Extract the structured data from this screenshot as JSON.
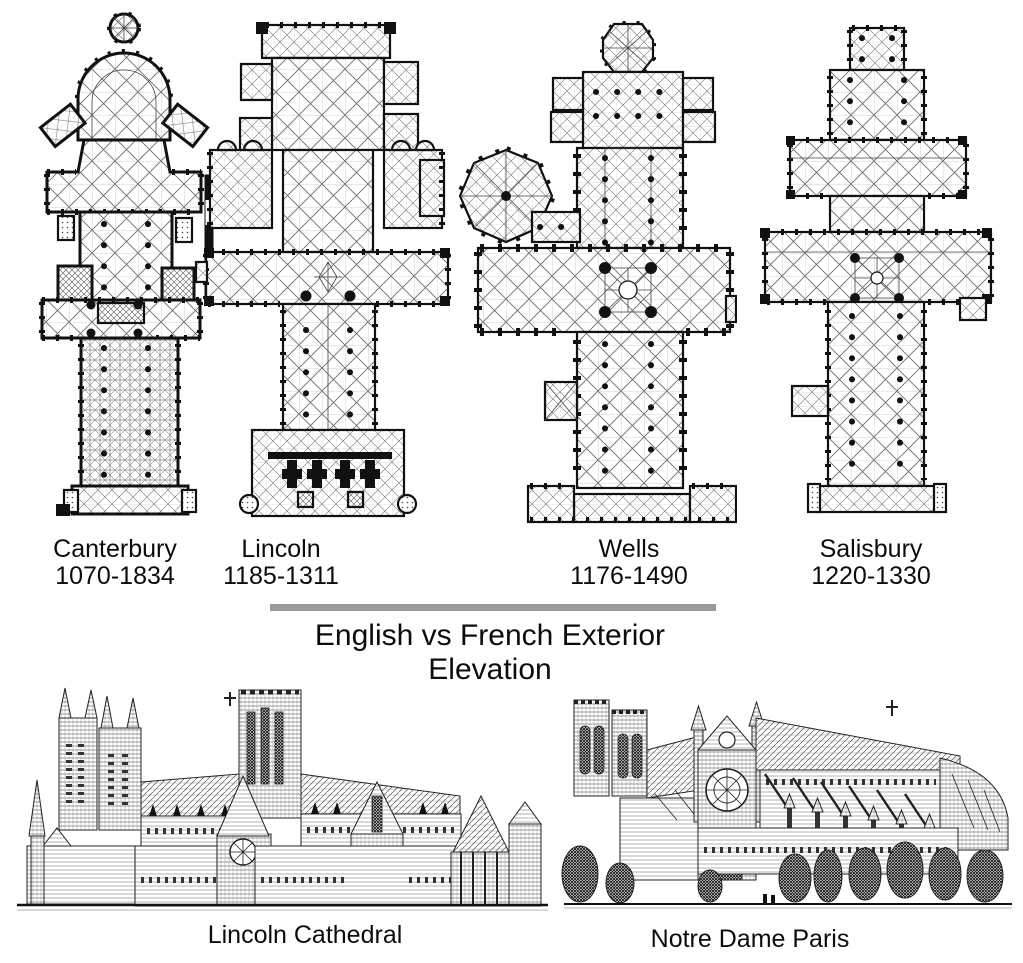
{
  "page": {
    "background": "#ffffff"
  },
  "floor_plans": {
    "items": [
      {
        "name": "Canterbury",
        "dates": "1070-1834"
      },
      {
        "name": "Lincoln",
        "dates": "1185-1311"
      },
      {
        "name": "Wells",
        "dates": "1176-1490"
      },
      {
        "name": "Salisbury",
        "dates": "1220-1330"
      }
    ]
  },
  "divider": {
    "color": "#9a9a9a"
  },
  "section_title": {
    "line1": "English vs French Exterior",
    "line2": "Elevation"
  },
  "elevations": {
    "items": [
      {
        "caption": "Lincoln Cathedral"
      },
      {
        "caption": "Notre Dame Paris"
      }
    ]
  }
}
